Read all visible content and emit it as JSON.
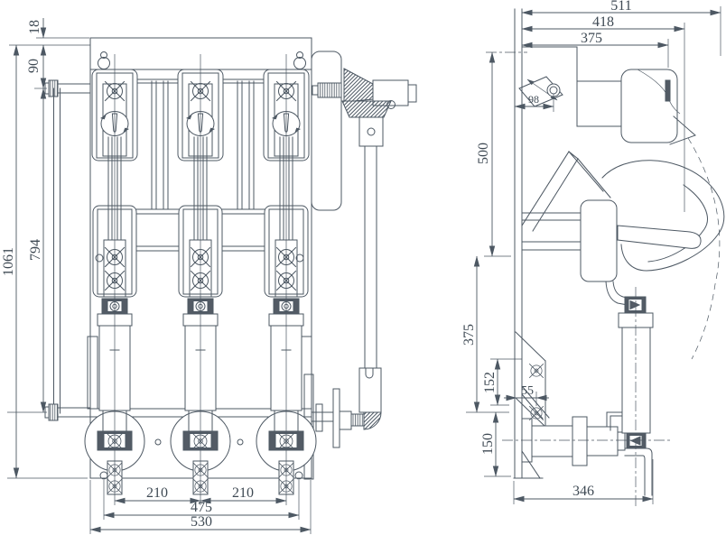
{
  "drawing": {
    "type": "technical-dimension-drawing",
    "description": "Outline and mounting dimension drawing of a three-pole indoor high-voltage load-break switch / fuse combination unit, front view (left) and side view (right)",
    "line_color": "#4d5863",
    "background": "#ffffff",
    "dims": {
      "front": {
        "top_offset": "18",
        "shaft_drop": "90",
        "overall_height": "1061",
        "shaft_span": "794",
        "pole_pitch_left": "210",
        "pole_pitch_right": "210",
        "mounting_hole_span": "475",
        "base_width": "530"
      },
      "side": {
        "overall_depth": "511",
        "mid_depth": "418",
        "inner_depth": "375",
        "handle_hole_offset": "98",
        "upper_height": "500",
        "mid_height": "375",
        "bracket_hole_height": "152",
        "hole_face_offset": "55",
        "bushing_drop": "150",
        "base_depth": "346"
      }
    }
  }
}
